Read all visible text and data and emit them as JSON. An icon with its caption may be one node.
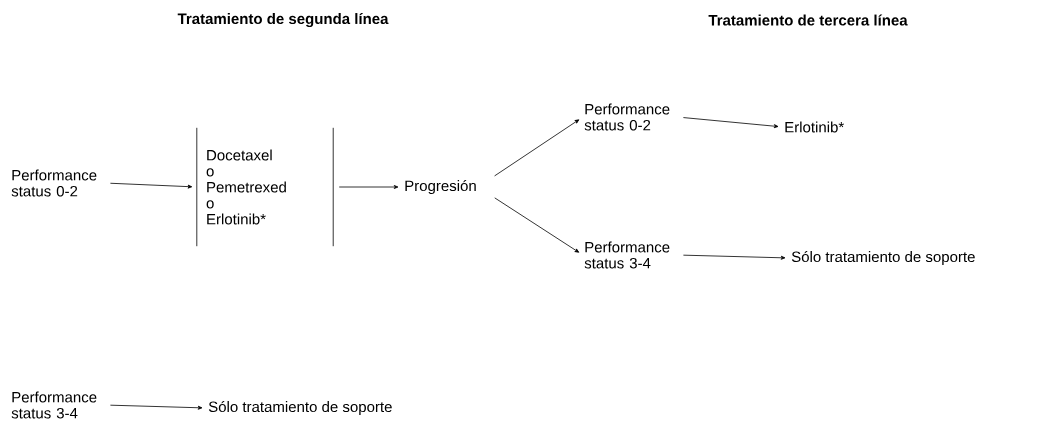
{
  "diagram": {
    "nodes": [
      {
        "text": [
          "Performance status 0-2"
        ]
      },
      {
        "text": [
          "Docetaxel o Pemetrexed o Erlotinib*"
        ]
      },
      {
        "text": [
          "Progresión"
        ]
      },
      {
        "text": [
          "Performance status 0-2"
        ]
      },
      {
        "text": [
          "Erlotinib*"
        ]
      },
      {
        "text": [
          "Performance status 3-4"
        ]
      },
      {
        "text": [
          "Sólo tratamiento de soporte"
        ]
      },
      {
        "text": [
          "Performance status 3-4"
        ]
      },
      {
        "text": [
          "Sólo tratamiento de soporte"
        ]
      }
    ],
    "edges": [
      {
        "from": 0,
        "to": 1,
        "arrow": "to"
      },
      {
        "from": 1,
        "to": 2,
        "arrow": "to"
      },
      {
        "from": 2,
        "to": 3,
        "arrow": "to"
      },
      {
        "from": 2,
        "to": 5,
        "arrow": "to"
      },
      {
        "from": 3,
        "to": 4,
        "arrow": "to"
      },
      {
        "from": 5,
        "to": 6,
        "arrow": "to"
      },
      {
        "from": 7,
        "to": 8,
        "arrow": "to"
      }
    ],
    "labels": [
      "Tratamiento de segunda línea",
      "Tratamiento de tercera línea"
    ]
  }
}
